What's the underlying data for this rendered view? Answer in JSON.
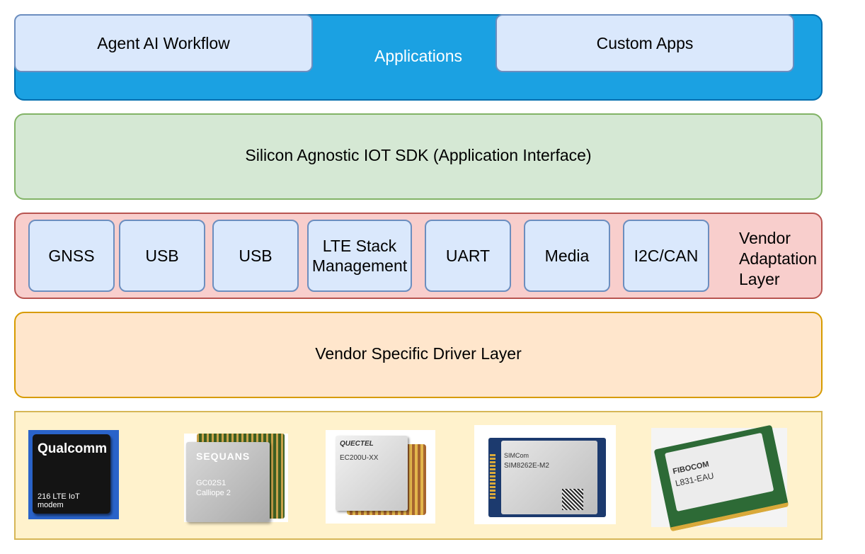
{
  "applications": {
    "label": "Applications",
    "boxes": [
      "Agent AI Workflow",
      "Custom Apps"
    ]
  },
  "sdk": {
    "label": "Silicon Agnostic IOT SDK (Application Interface)"
  },
  "vendor_adaptation": {
    "label_lines": [
      "Vendor",
      "Adaptation",
      "Layer"
    ],
    "boxes": [
      "GNSS",
      "USB",
      "USB",
      "LTE Stack\nManagement",
      "UART",
      "Media",
      "I2C/CAN"
    ]
  },
  "driver": {
    "label": "Vendor Specific Driver Layer"
  },
  "hardware": {
    "modules": [
      {
        "brand": "Qualcomm",
        "caption": "216 LTE IoT\nmodem"
      },
      {
        "brand": "SEQUANS",
        "model": "GC02S1",
        "sub": "Calliope 2"
      },
      {
        "brand": "QUECTEL",
        "model": "EC200U-XX"
      },
      {
        "brand": "SIMCom",
        "model": "SIM8262E-M2"
      },
      {
        "brand": "FIBOCOM",
        "model": "L831-EAU"
      }
    ]
  },
  "colors": {
    "app_fill": "#1ba1e2",
    "app_stroke": "#006eaf",
    "sdk_fill": "#d5e8d4",
    "sdk_stroke": "#82b366",
    "vendor_fill": "#f8cecc",
    "vendor_stroke": "#b85450",
    "driver_fill": "#ffe6cc",
    "driver_stroke": "#d79b00",
    "hw_fill": "#fff2cc",
    "hw_stroke": "#d6b656",
    "box_fill": "#dae8fc",
    "box_stroke": "#6c8ebf"
  }
}
